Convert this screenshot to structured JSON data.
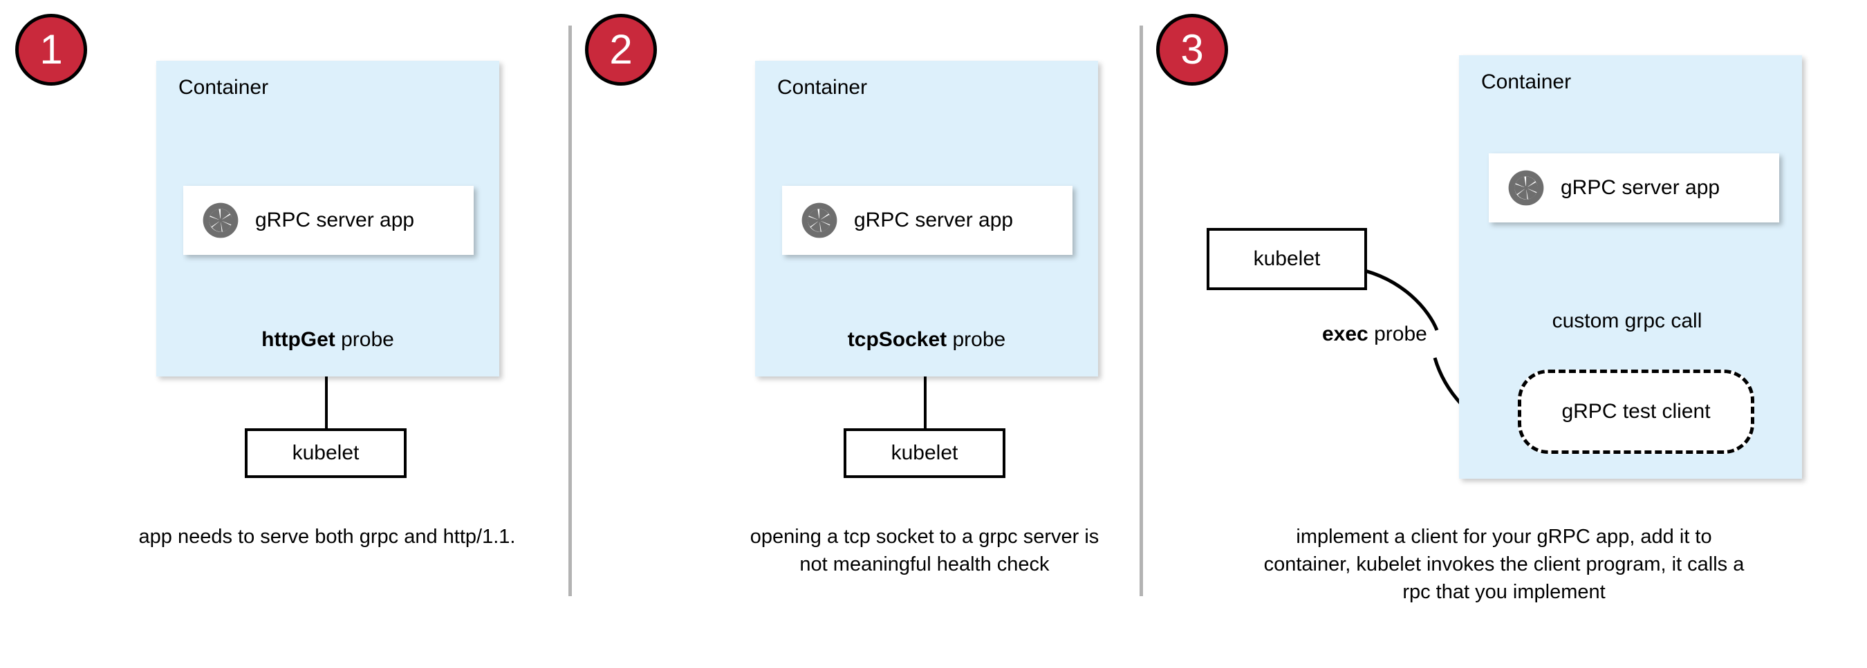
{
  "theme": {
    "badge_fill": "#c9293c",
    "badge_border": "#000000",
    "badge_text": "#ffffff",
    "container_fill": "#ddf0fb",
    "card_fill": "#ffffff",
    "stroke": "#000000",
    "divider": "#b3b3b3",
    "grpc_icon_color": "#6e6e6e",
    "page_background": "#ffffff"
  },
  "panels": [
    {
      "step": "1",
      "container_label": "Container",
      "app": {
        "label": "gRPC server app",
        "icon": "grpc-logo-icon"
      },
      "probe_label_bold": "httpGet",
      "probe_label_rest": " probe",
      "kubelet_label": "kubelet",
      "caption": "app needs to serve both grpc and http/1.1."
    },
    {
      "step": "2",
      "container_label": "Container",
      "app": {
        "label": "gRPC server app",
        "icon": "grpc-logo-icon"
      },
      "probe_label_bold": "tcpSocket",
      "probe_label_rest": " probe",
      "kubelet_label": "kubelet",
      "caption": "opening a tcp socket to a grpc server is not meaningful health check"
    },
    {
      "step": "3",
      "container_label": "Container",
      "app": {
        "label": "gRPC server app",
        "icon": "grpc-logo-icon"
      },
      "probe_label_bold": "exec",
      "probe_label_rest": " probe",
      "call_label": "custom grpc call",
      "client_label": "gRPC test client",
      "kubelet_label": "kubelet",
      "caption": "implement a client for your gRPC app, add it to container, kubelet invokes the client program, it calls a rpc that you implement"
    }
  ]
}
